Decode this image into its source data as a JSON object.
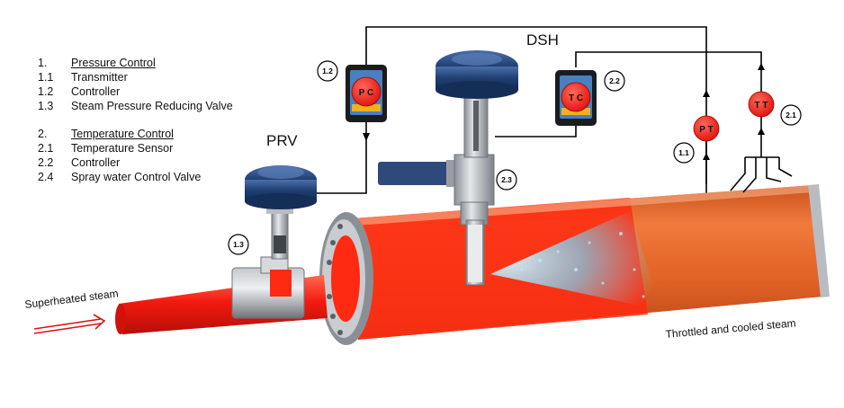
{
  "legend": {
    "group1": {
      "num": "1.",
      "title": "Pressure Control",
      "items": [
        {
          "num": "1.1",
          "text": "Transmitter"
        },
        {
          "num": "1.2",
          "text": "Controller"
        },
        {
          "num": "1.3",
          "text": "Steam Pressure Reducing Valve"
        }
      ]
    },
    "group2": {
      "num": "2.",
      "title": "Temperature Control",
      "items": [
        {
          "num": "2.1",
          "text": "Temperature Sensor"
        },
        {
          "num": "2.2",
          "text": "Controller"
        },
        {
          "num": "2.4",
          "text": "Spray water Control Valve"
        }
      ]
    }
  },
  "labels": {
    "prv": "PRV",
    "dsh": "DSH",
    "inlet": "Superheated steam",
    "outlet": "Throttled and cooled steam"
  },
  "instruments": {
    "pc": "P C",
    "tc": "T C",
    "pt": "P T",
    "tt": "T T"
  },
  "callouts": {
    "c1_1": "1.1",
    "c1_2": "1.2",
    "c1_3": "1.3",
    "c2_1": "2.1",
    "c2_2": "2.2",
    "c2_3": "2.3"
  },
  "colors": {
    "steam_red": "#ff2a12",
    "pipe_orange": "#e66a2a",
    "actuator_blue": "#1f3f73",
    "spray_blue": "#7fc9e6"
  }
}
